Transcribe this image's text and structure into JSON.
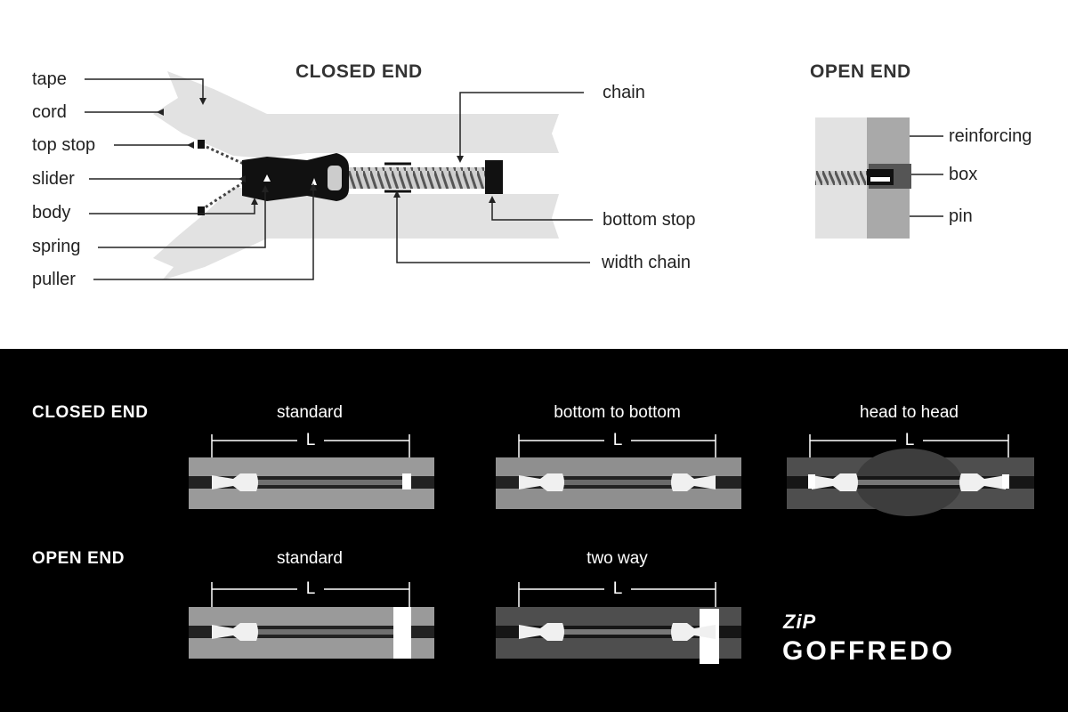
{
  "closed_end_diagram": {
    "title": "CLOSED END",
    "labels": {
      "tape": "tape",
      "cord": "cord",
      "top_stop": "top stop",
      "slider": "slider",
      "body": "body",
      "spring": "spring",
      "puller": "puller",
      "chain": "chain",
      "bottom_stop": "bottom stop",
      "width_chain": "width chain"
    }
  },
  "open_end_diagram": {
    "title": "OPEN END",
    "labels": {
      "reinforcing": "reinforcing",
      "box": "box",
      "pin": "pin"
    }
  },
  "types": {
    "closed_end": {
      "row_title": "CLOSED END",
      "variants": [
        "standard",
        "bottom to bottom",
        "head to head"
      ]
    },
    "open_end": {
      "row_title": "OPEN END",
      "variants": [
        "standard",
        "two way"
      ]
    },
    "length_symbol": "L"
  },
  "logo": {
    "zip": "ZiP",
    "name": "GOFFREDO"
  }
}
